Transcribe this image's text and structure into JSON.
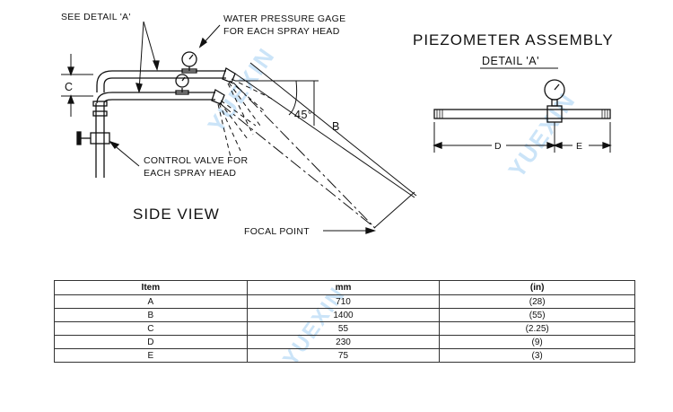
{
  "side_view": {
    "title": "SIDE VIEW",
    "see_detail_label": "SEE DETAIL 'A'",
    "gauge_label_line1": "WATER PRESSURE GAGE",
    "gauge_label_line2": "FOR EACH SPRAY HEAD",
    "valve_label_line1": "CONTROL VALVE FOR",
    "valve_label_line2": "EACH SPRAY HEAD",
    "focal_point_label": "FOCAL POINT",
    "dim_c": "C",
    "dim_b": "B",
    "angle_label": "45°"
  },
  "detail": {
    "title": "PIEZOMETER ASSEMBLY",
    "subtitle": "DETAIL 'A'",
    "dim_d": "D",
    "dim_e": "E"
  },
  "watermark": "YUEXIN",
  "table": {
    "headers": [
      "Item",
      "mm",
      "(in)"
    ],
    "rows": [
      [
        "A",
        "710",
        "(28)"
      ],
      [
        "B",
        "1400",
        "(55)"
      ],
      [
        "C",
        "55",
        "(2.25)"
      ],
      [
        "D",
        "230",
        "(9)"
      ],
      [
        "E",
        "75",
        "(3)"
      ]
    ]
  }
}
